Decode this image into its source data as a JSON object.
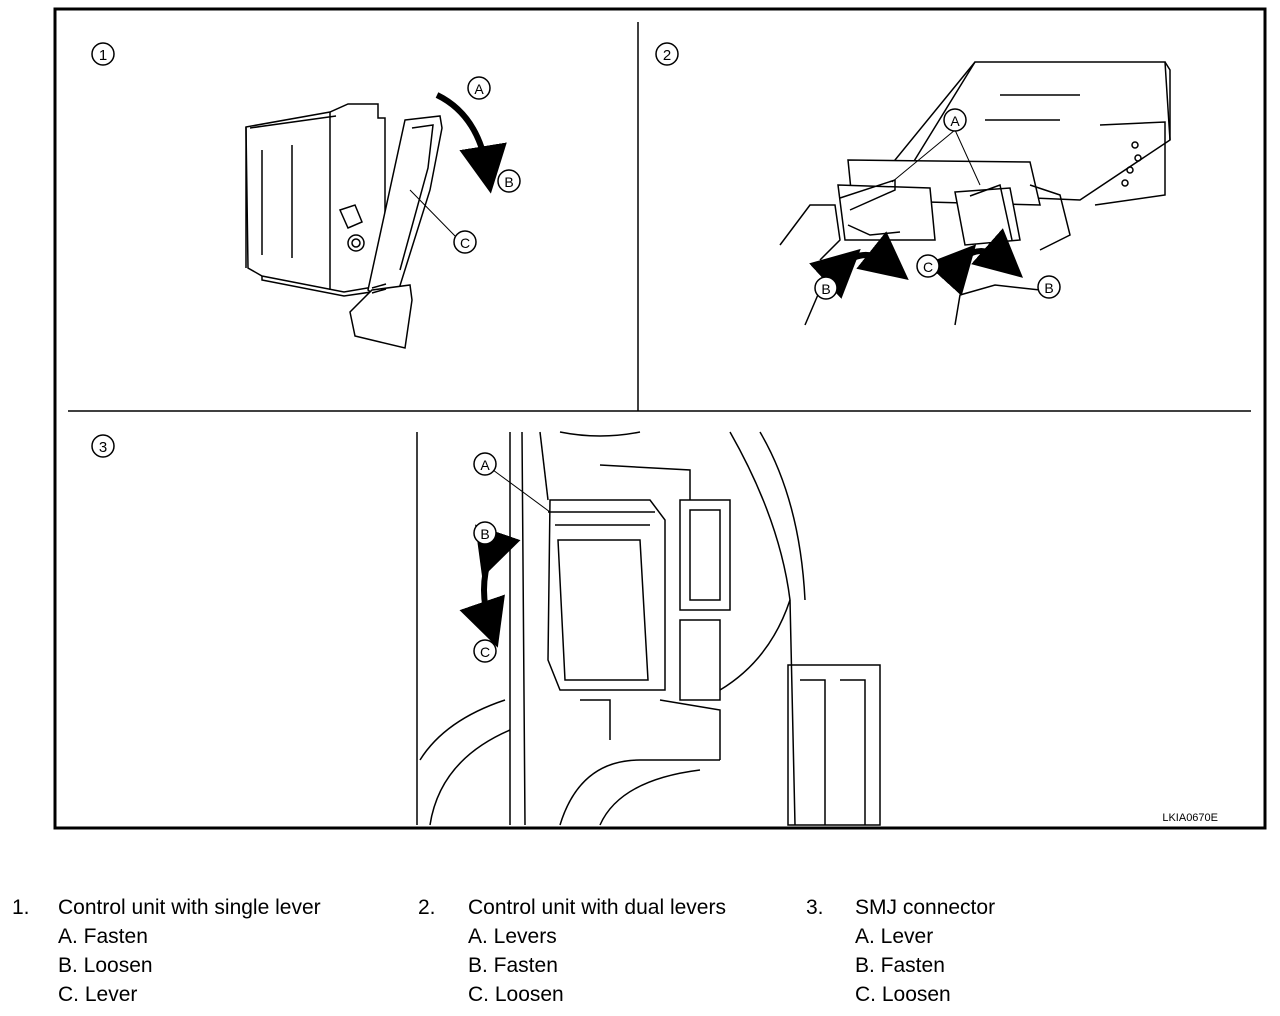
{
  "figure": {
    "panels": [
      {
        "number": "1",
        "callouts": [
          "A",
          "B",
          "C"
        ]
      },
      {
        "number": "2",
        "callouts": [
          "A",
          "B",
          "C",
          "B"
        ]
      },
      {
        "number": "3",
        "callouts": [
          "A",
          "B",
          "C"
        ]
      }
    ],
    "figure_code": "LKIA0670E"
  },
  "legend": [
    {
      "number": "1.",
      "title": "Control unit with single lever",
      "items": [
        "A. Fasten",
        "B. Loosen",
        "C. Lever"
      ]
    },
    {
      "number": "2.",
      "title": "Control unit with dual levers",
      "items": [
        "A. Levers",
        "B. Fasten",
        "C. Loosen"
      ]
    },
    {
      "number": "3.",
      "title": "SMJ connector",
      "items": [
        "A. Lever",
        "B. Fasten",
        "C. Loosen"
      ]
    }
  ]
}
